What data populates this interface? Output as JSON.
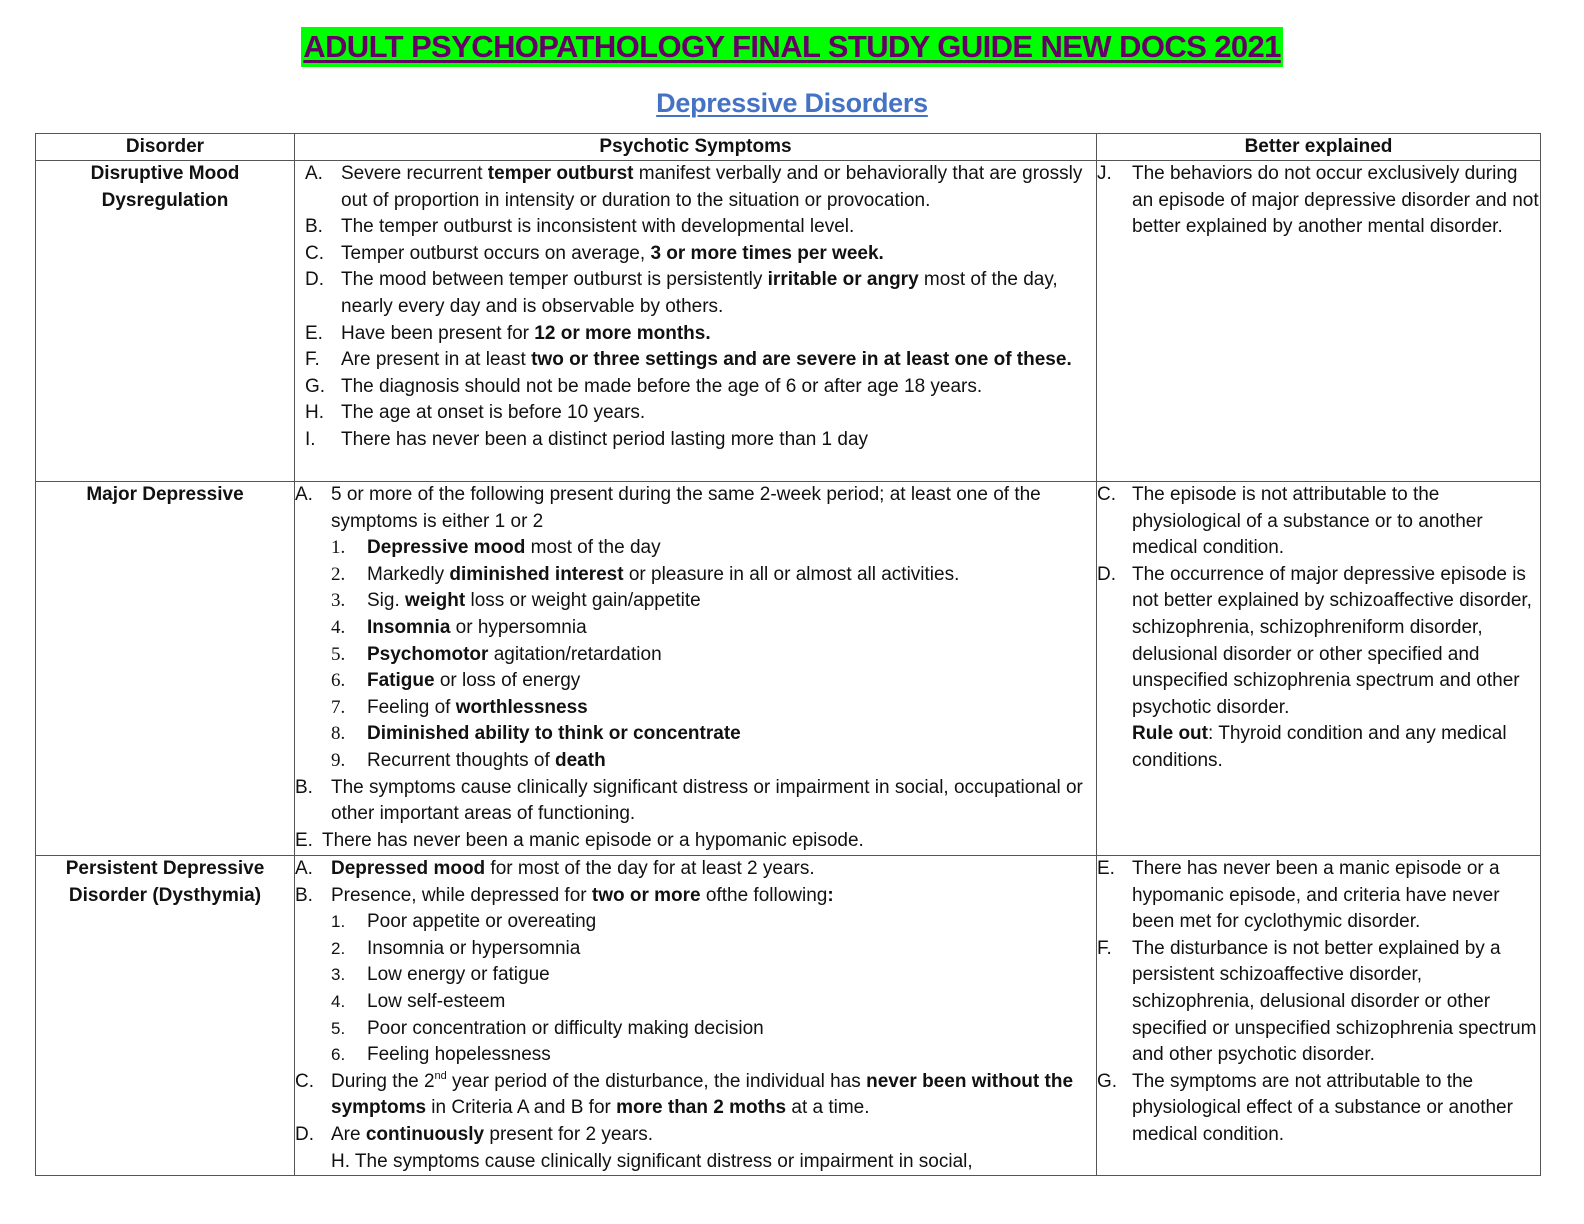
{
  "document": {
    "title": "ADULT PSYCHOPATHOLOGY FINAL STUDY GUIDE NEW DOCS 2021",
    "section_heading": "Depressive Disorders",
    "colors": {
      "title_highlight": "#00ff00",
      "title_text": "#660066",
      "heading_link": "#4472c4",
      "border": "#555555"
    }
  },
  "table": {
    "headers": [
      "Disorder",
      "Psychotic Symptoms",
      "Better explained"
    ],
    "rows": [
      {
        "disorder": {
          "line1": "Disruptive Mood",
          "line2": "Dysregulation"
        },
        "symptoms": {
          "A": {
            "label": "A.",
            "pre": "Severe recurrent ",
            "bold": "temper outburst",
            "post": " manifest verbally and or behaviorally that are grossly out of proportion in intensity or duration to the situation or provocation."
          },
          "B": {
            "label": "B.",
            "text": "The temper outburst is inconsistent with developmental level."
          },
          "C": {
            "label": "C.",
            "pre": "Temper outburst occurs on average, ",
            "bold": "3 or more times per week."
          },
          "D": {
            "label": "D.",
            "pre": "The mood between temper outburst is persistently ",
            "bold": "irritable or angry",
            "post": " most of the day, nearly every day and is observable by others."
          },
          "E": {
            "label": "E.",
            "pre": "Have been present for ",
            "bold": "12 or more months."
          },
          "F": {
            "label": "F.",
            "pre": "Are present in at least ",
            "bold": "two or three settings and are severe in at least one of these."
          },
          "G": {
            "label": "G.",
            "text": "The diagnosis should not be made before the age of 6 or after age 18 years."
          },
          "H": {
            "label": "H.",
            "text": "The age at onset is before 10 years."
          },
          "I": {
            "label": "I.",
            "text": "There has never been a distinct period lasting more than 1 day"
          }
        },
        "explained": {
          "J": {
            "label": "J.",
            "text": "The behaviors do not occur exclusively during an episode of major depressive disorder and not better explained by another mental disorder."
          }
        }
      },
      {
        "disorder": {
          "line1": "Major Depressive"
        },
        "symptoms": {
          "A": {
            "label": "A.",
            "text": "5 or more of the following present during the same 2-week period; at least one of the symptoms is either 1 or 2"
          },
          "list": [
            {
              "num": "1.",
              "bold": "Depressive mood",
              "post": " most of the day"
            },
            {
              "num": "2.",
              "pre": "Markedly ",
              "bold": "diminished interest",
              "post": " or pleasure in all or almost all activities."
            },
            {
              "num": "3.",
              "pre": "Sig. ",
              "bold": "weight",
              "post": " loss or weight gain/appetite"
            },
            {
              "num": "4.",
              "bold": "Insomnia",
              "post": " or hypersomnia"
            },
            {
              "num": "5.",
              "bold": "Psychomotor",
              "post": " agitation/retardation"
            },
            {
              "num": "6.",
              "bold": "Fatigue",
              "post": " or loss of energy"
            },
            {
              "num": "7.",
              "pre": "Feeling of ",
              "bold": "worthlessness"
            },
            {
              "num": "8.",
              "bold": "Diminished ability to think or concentrate"
            },
            {
              "num": "9.",
              "pre": "Recurrent thoughts of ",
              "bold": "death"
            }
          ],
          "B": {
            "label": "B.",
            "text": "The symptoms cause clinically significant distress or impairment in social, occupational or other important areas of functioning."
          },
          "E": {
            "label": "E.",
            "text": "There has never been a manic episode or a hypomanic episode."
          }
        },
        "explained": {
          "C": {
            "label": "C.",
            "text": "The episode is not attributable to the physiological of a substance or to another medical condition."
          },
          "D": {
            "label": "D.",
            "text": "The occurrence of major depressive episode is not better explained by schizoaffective disorder, schizophrenia, schizophreniform disorder, delusional disorder or other specified and unspecified schizophrenia spectrum and other psychotic disorder."
          },
          "rule_out": {
            "bold": "Rule out",
            "post": ": Thyroid condition and any medical conditions."
          }
        }
      },
      {
        "disorder": {
          "line1": "Persistent Depressive",
          "line2": "Disorder (Dysthymia)"
        },
        "symptoms": {
          "A": {
            "label": "A.",
            "bold": "Depressed mood",
            "post": " for most of the day for at least 2 years."
          },
          "B": {
            "label": "B.",
            "pre": "Presence, while depressed for ",
            "bold": "two or more",
            "post": " ofthe following",
            "colon": ":"
          },
          "list": [
            {
              "num": "1.",
              "text": "Poor appetite or overeating"
            },
            {
              "num": "2.",
              "text": "Insomnia or hypersomnia"
            },
            {
              "num": "3.",
              "text": "Low energy or fatigue"
            },
            {
              "num": "4.",
              "text": "Low self-esteem"
            },
            {
              "num": "5.",
              "text": "Poor concentration or difficulty making decision"
            },
            {
              "num": "6.",
              "text": "Feeling hopelessness"
            }
          ],
          "C": {
            "label": "C.",
            "pre": "During the 2",
            "sup": "nd",
            "mid": " year period of the disturbance, the individual has ",
            "bold1": "never been without the symptoms",
            "mid2": " in Criteria A and B for ",
            "bold2": "more than 2 moths",
            "post": " at a time."
          },
          "D": {
            "label": "D.",
            "pre": "Are ",
            "bold": "continuously",
            "post": " present for 2 years."
          },
          "H": {
            "text": "H. The symptoms cause clinically significant distress or impairment in social,"
          }
        },
        "explained": {
          "E": {
            "label": "E.",
            "text": "There has never been a manic episode or a hypomanic episode, and criteria have never been met for cyclothymic disorder."
          },
          "F": {
            "label": "F.",
            "text": "The disturbance is not better explained by a persistent schizoaffective disorder, schizophrenia, delusional disorder or other specified or unspecified schizophrenia spectrum and other psychotic disorder."
          },
          "G": {
            "label": "G.",
            "text": "The symptoms are not attributable to the physiological effect of a substance or another medical condition."
          }
        }
      }
    ]
  }
}
